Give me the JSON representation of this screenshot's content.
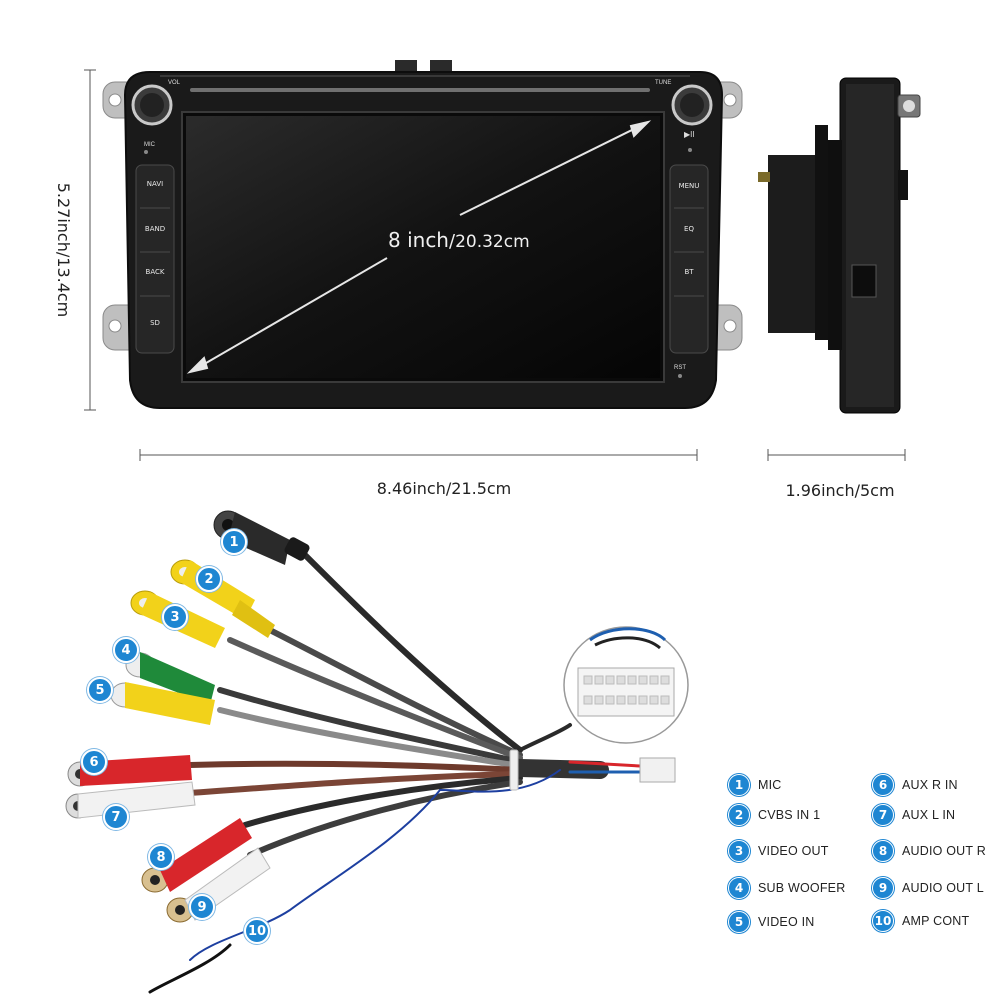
{
  "dimensions": {
    "height": "5.27inch/13.4cm",
    "width": "8.46inch/21.5cm",
    "depth": "1.96inch/5cm",
    "screen_diagonal_main": "8 inch",
    "screen_diagonal_sep": "/",
    "screen_diagonal_cm": "20.32cm"
  },
  "unit": {
    "knob_left_label": "VOL",
    "knob_right_label": "TUNE",
    "left_top_label": "MIC",
    "right_top_label": "▶II",
    "rst_label": "RST",
    "left_buttons": [
      "NAVI",
      "BAND",
      "BACK",
      "SD"
    ],
    "right_buttons": [
      "MENU",
      "EQ",
      "BT"
    ]
  },
  "legend": [
    {
      "num": "1",
      "label": "MIC"
    },
    {
      "num": "2",
      "label": "CVBS IN 1"
    },
    {
      "num": "3",
      "label": "VIDEO OUT"
    },
    {
      "num": "4",
      "label": "SUB WOOFER"
    },
    {
      "num": "5",
      "label": "VIDEO IN"
    },
    {
      "num": "6",
      "label": "AUX R IN"
    },
    {
      "num": "7",
      "label": "AUX L IN"
    },
    {
      "num": "8",
      "label": "AUDIO OUT R"
    },
    {
      "num": "9",
      "label": "AUDIO OUT L"
    },
    {
      "num": "10",
      "label": "AMP CONT"
    }
  ],
  "callouts": [
    "1",
    "2",
    "3",
    "4",
    "5",
    "6",
    "7",
    "8",
    "9",
    "10"
  ],
  "colors": {
    "accent_blue": "#1e86d2",
    "rca_yellow": "#f2d21a",
    "rca_green": "#1f8a3a",
    "rca_red": "#d8262b",
    "rca_white": "#f2f2f2",
    "unit_black": "#1a1a1a"
  }
}
